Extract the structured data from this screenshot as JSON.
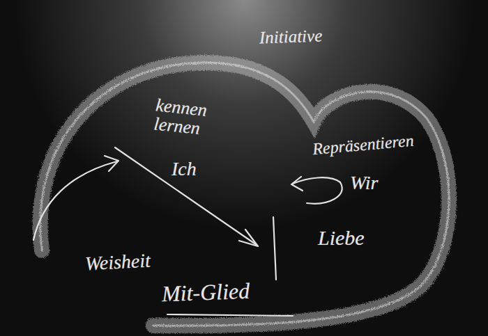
{
  "diagram": {
    "labels": [
      "Initiative",
      "kennen lernen",
      "Ich",
      "Repräsentieren",
      "Wir",
      "Liebe",
      "Weisheit",
      "Mit-Glied"
    ]
  }
}
